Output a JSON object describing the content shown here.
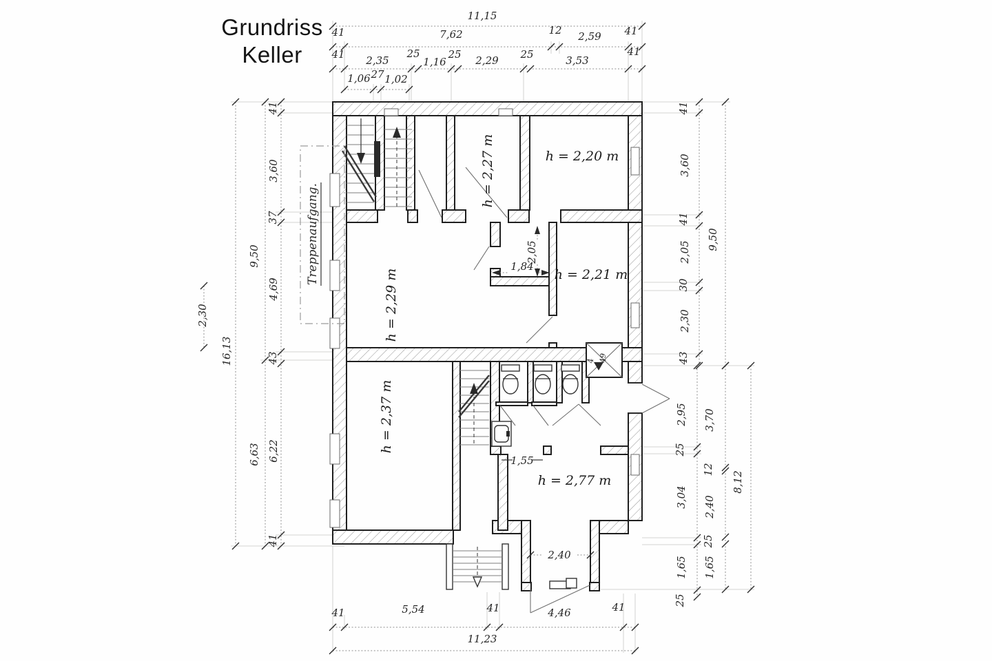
{
  "title": {
    "line1": "Grundriss",
    "line2": "Keller"
  },
  "labels": {
    "stairway": "Treppenaufgang."
  },
  "rooms": {
    "top_mid": "h = 2,27 m",
    "top_right": "h = 2,20 m",
    "mid_left": "h = 2,29 m",
    "mid_right": "h = 2,21 m",
    "bottom_left": "h = 2,37 m",
    "bottom_right": "h = 2,77 m"
  },
  "dims": {
    "top_total": "11,15",
    "top_row2": [
      "41",
      "7,62",
      "12",
      "2,59",
      "41"
    ],
    "top_row3": [
      "41",
      "2,35",
      "25",
      "1,16",
      "25",
      "2,29",
      "25",
      "3,53",
      "41"
    ],
    "top_row4": [
      "1,06",
      "27",
      "1,02"
    ],
    "bottom_row": [
      "41",
      "5,54",
      "41",
      "4,46",
      "41"
    ],
    "bottom_total": "11,23",
    "left_total": "16,13",
    "left_mid": [
      "9,50",
      "6,63"
    ],
    "left_inner": [
      "41",
      "3,60",
      "37",
      "4,69",
      "43",
      "6,22",
      "41"
    ],
    "left_ceiling": "2,30",
    "right_top_inner": [
      "41",
      "3,60",
      "41",
      "2,05",
      "30",
      "2,30",
      "43"
    ],
    "right_top_total": "9,50",
    "right_bottom_inner": [
      "2,95",
      "25",
      "3,04",
      "1,65",
      "25"
    ],
    "right_bottom_mid": [
      "3,70",
      "12",
      "2,40",
      "25",
      "1,65"
    ],
    "right_bottom_total": "8,12",
    "interior_storage_width": "1,84",
    "interior_storage_depth": "2,05",
    "interior_passage": "1,55",
    "interior_bay": "2,40",
    "shaft_a": "4",
    "shaft_b": "49"
  }
}
